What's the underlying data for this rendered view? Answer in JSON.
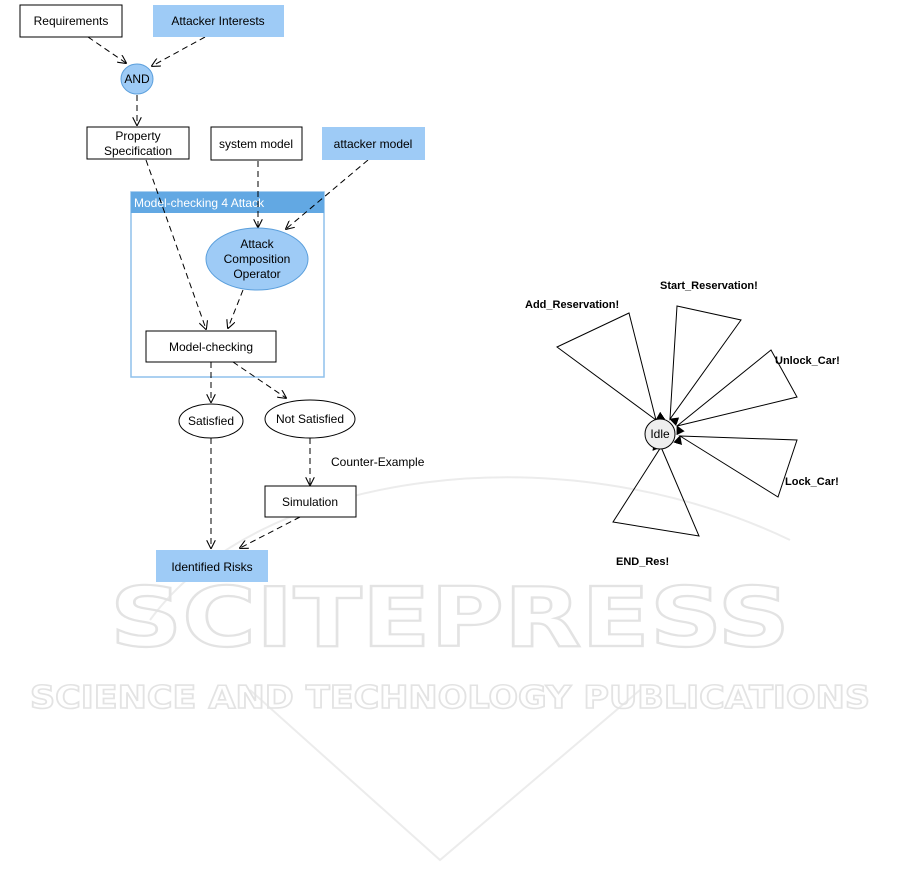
{
  "flowchart": {
    "requirements": "Requirements",
    "attacker_interests": "Attacker Interests",
    "and_gate": "AND",
    "property_spec_line1": "Property",
    "property_spec_line2": "Specification",
    "system_model": "system model",
    "attacker_model": "attacker model",
    "container_title": "Model-checking 4 Attack",
    "attack_op_line1": "Attack",
    "attack_op_line2": "Composition",
    "attack_op_line3": "Operator",
    "model_checking": "Model-checking",
    "satisfied": "Satisfied",
    "not_satisfied": "Not Satisfied",
    "counter_example": "Counter-Example",
    "simulation": "Simulation",
    "identified_risks": "Identified Risks"
  },
  "automaton": {
    "state": "Idle",
    "transitions": [
      "Add_Reservation!",
      "Start_Reservation!",
      "Unlock_Car!",
      "Lock_Car!",
      "END_Res!"
    ]
  },
  "watermark": {
    "line1": "SCITEPRESS",
    "line2": "SCIENCE AND TECHNOLOGY PUBLICATIONS"
  },
  "colors": {
    "highlight_fill": "#9ecbf6",
    "container_border": "#8fc1ec",
    "container_header": "#62a8e3"
  }
}
